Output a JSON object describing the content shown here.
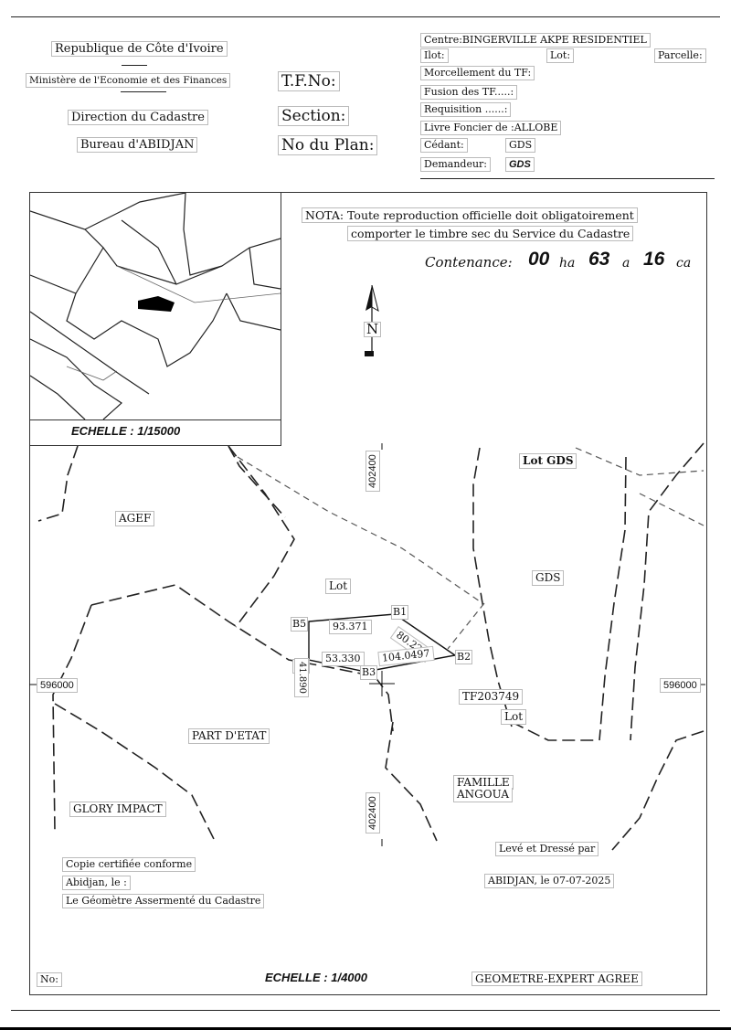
{
  "header": {
    "republic": "Republique de Côte d'Ivoire",
    "ministry": "Ministère de l'Economie et des Finances",
    "direction": "Direction du Cadastre",
    "bureau": "Bureau d'ABIDJAN",
    "tf_no": "T.F.No:",
    "section": "Section:",
    "plan_no": "No du Plan:"
  },
  "parcel_info": {
    "centre": "Centre:BINGERVILLE AKPE RESIDENTIEL",
    "ilot": "Ilot:",
    "lot": "Lot:",
    "parcelle": "Parcelle:",
    "morcellement": "Morcellement du TF:",
    "fusion": "Fusion des TF.....:",
    "requisition": "Requisition ......:",
    "livre_foncier": "Livre Foncier de :ALLOBE",
    "cedant_label": "Cédant:",
    "cedant_value": "GDS",
    "demandeur_label": "Demandeur:",
    "demandeur_value": "GDS"
  },
  "nota": {
    "line1": "NOTA: Toute reproduction officielle doit obligatoirement",
    "line2": "comporter le timbre sec du Service du Cadastre"
  },
  "contenance": {
    "label": "Contenance:",
    "ha_value": "00",
    "ha_unit": "ha",
    "a_value": "63",
    "a_unit": "a",
    "ca_value": "16",
    "ca_unit": "ca"
  },
  "north_label": "N",
  "inset_scale": "ECHELLE : 1/15000",
  "grid_labels": {
    "x_top": "402400",
    "x_bottom": "402400",
    "y_left": "596000",
    "y_right": "596000"
  },
  "map_labels": {
    "lot_gds": "Lot  GDS",
    "agef": "AGEF",
    "lot": "Lot",
    "gds": "GDS",
    "tf": "TF203749",
    "lot2": "Lot",
    "part_etat": "PART D'ETAT",
    "famille": "FAMILLE",
    "angoua": "ANGOUA",
    "glory": "GLORY IMPACT"
  },
  "parcel": {
    "b1": "B1",
    "b2": "B2",
    "b3": "B3",
    "b4": "B4",
    "b5": "B5",
    "d_b5_b1": "93.371",
    "d_b1_b2": "80.221",
    "d_b2_b3": "104.0497",
    "d_b3_b4": "53.330",
    "d_b4_b5": "41.890"
  },
  "certification": {
    "line1": "Copie certifiée conforme",
    "line2": "Abidjan, le :",
    "line3": "Le Géomètre Assermenté du Cadastre"
  },
  "surveyor": {
    "leve": "Levé et Dressé par",
    "date": "ABIDJAN, le 07-07-2025"
  },
  "footer": {
    "no": "No:",
    "scale": "ECHELLE : 1/4000",
    "geometre": "GEOMETRE-EXPERT AGREE"
  }
}
